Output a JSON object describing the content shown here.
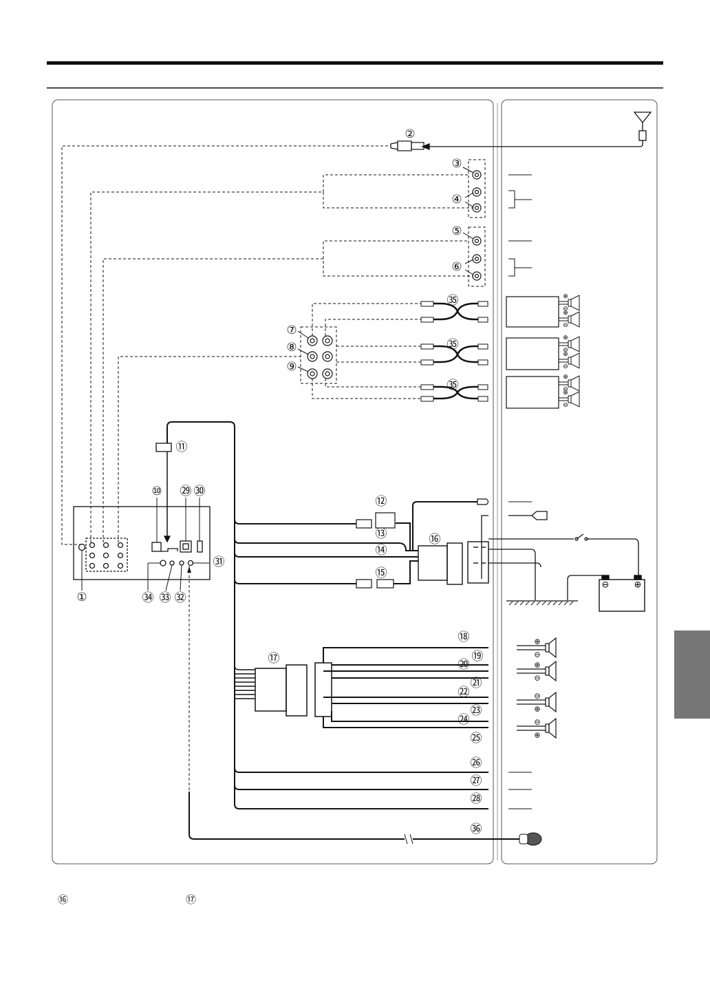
{
  "diagram": {
    "callouts": [
      {
        "id": "c1",
        "label": "①"
      },
      {
        "id": "c2",
        "label": "②"
      },
      {
        "id": "c3",
        "label": "③"
      },
      {
        "id": "c4",
        "label": "④"
      },
      {
        "id": "c5",
        "label": "⑤"
      },
      {
        "id": "c6",
        "label": "⑥"
      },
      {
        "id": "c7",
        "label": "⑦"
      },
      {
        "id": "c8",
        "label": "⑧"
      },
      {
        "id": "c9",
        "label": "⑨"
      },
      {
        "id": "c10",
        "label": "⑩"
      },
      {
        "id": "c11",
        "label": "⑪"
      },
      {
        "id": "c12",
        "label": "⑫"
      },
      {
        "id": "c13",
        "label": "⑬"
      },
      {
        "id": "c14",
        "label": "⑭"
      },
      {
        "id": "c15",
        "label": "⑮"
      },
      {
        "id": "c16",
        "label": "⑯"
      },
      {
        "id": "c17",
        "label": "⑰"
      },
      {
        "id": "c18",
        "label": "⑱"
      },
      {
        "id": "c19",
        "label": "⑲"
      },
      {
        "id": "c20",
        "label": "⑳"
      },
      {
        "id": "c21",
        "label": "㉑"
      },
      {
        "id": "c22",
        "label": "㉒"
      },
      {
        "id": "c23",
        "label": "㉓"
      },
      {
        "id": "c24",
        "label": "㉔"
      },
      {
        "id": "c25",
        "label": "㉕"
      },
      {
        "id": "c26",
        "label": "㉖"
      },
      {
        "id": "c27",
        "label": "㉗"
      },
      {
        "id": "c28",
        "label": "㉘"
      },
      {
        "id": "c29",
        "label": "㉙"
      },
      {
        "id": "c30",
        "label": "㉚"
      },
      {
        "id": "c31",
        "label": "㉛"
      },
      {
        "id": "c32",
        "label": "㉜"
      },
      {
        "id": "c33",
        "label": "㉝"
      },
      {
        "id": "c34",
        "label": "㉞"
      },
      {
        "id": "c35a",
        "label": "㉟"
      },
      {
        "id": "c35b",
        "label": "㉟"
      },
      {
        "id": "c35c",
        "label": "㉟"
      },
      {
        "id": "c36",
        "label": "㊱"
      }
    ],
    "polarity": {
      "plus": "⊕",
      "minus": "⊖"
    }
  },
  "footnotes": {
    "note_16": "⑯",
    "note_17": "⑰"
  },
  "colors": {
    "line": "#111111",
    "tab": "#777777",
    "panel_border": "#555555"
  }
}
